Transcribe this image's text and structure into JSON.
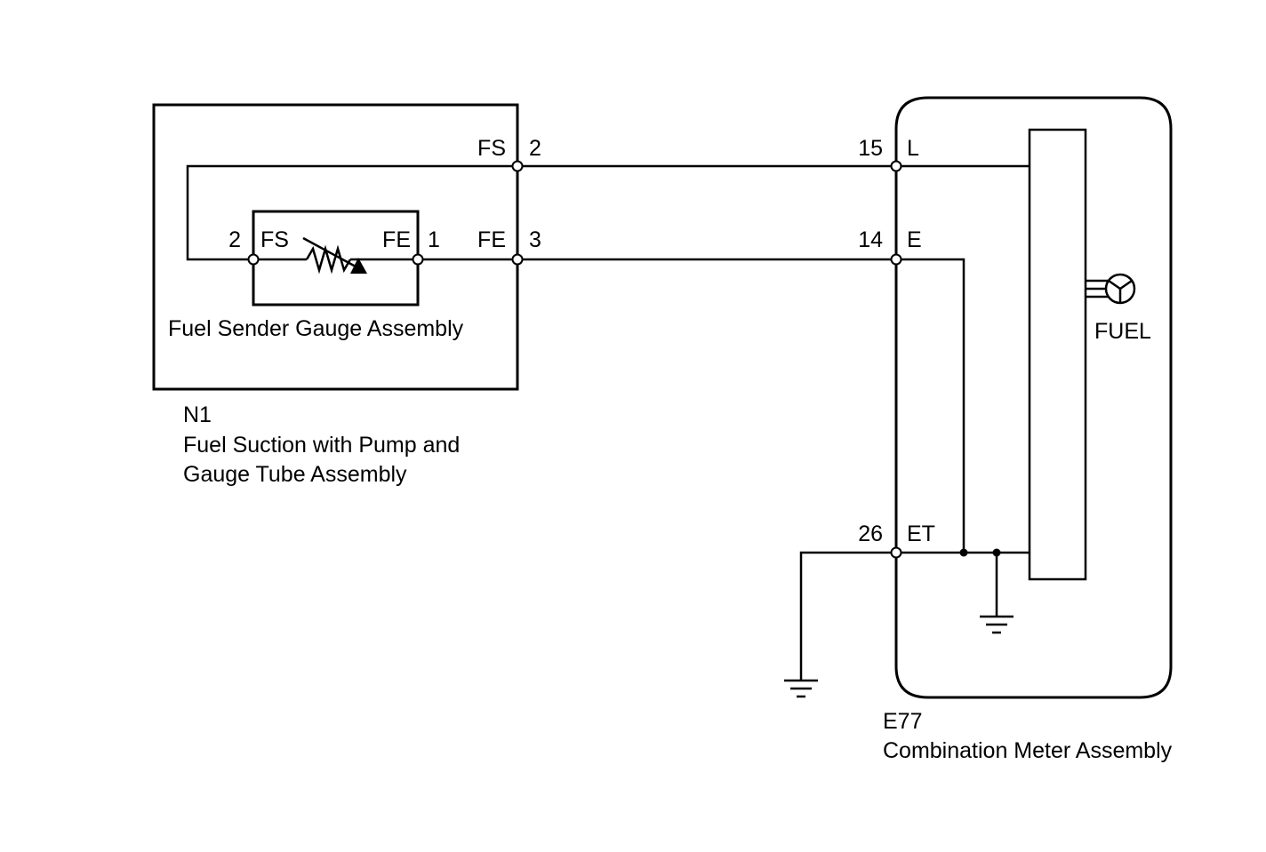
{
  "n1": {
    "code": "N1",
    "name_line1": "Fuel Suction with Pump and",
    "name_line2": "Gauge Tube Assembly",
    "pin_fs_name": "FS",
    "pin_fs_num": "2",
    "pin_fe_name": "FE",
    "pin_fe_num": "3"
  },
  "sender": {
    "name": "Fuel Sender Gauge Assembly",
    "left_num": "2",
    "left_name": "FS",
    "right_name": "FE",
    "right_num": "1"
  },
  "e77": {
    "code": "E77",
    "name": "Combination Meter Assembly",
    "pin_l_num": "15",
    "pin_l_name": "L",
    "pin_e_num": "14",
    "pin_e_name": "E",
    "pin_et_num": "26",
    "pin_et_name": "ET",
    "gauge_label": "FUEL"
  },
  "icons": {
    "gauge": "fuel-gauge-icon",
    "ground": "ground-icon",
    "resistor": "variable-resistor-icon"
  }
}
